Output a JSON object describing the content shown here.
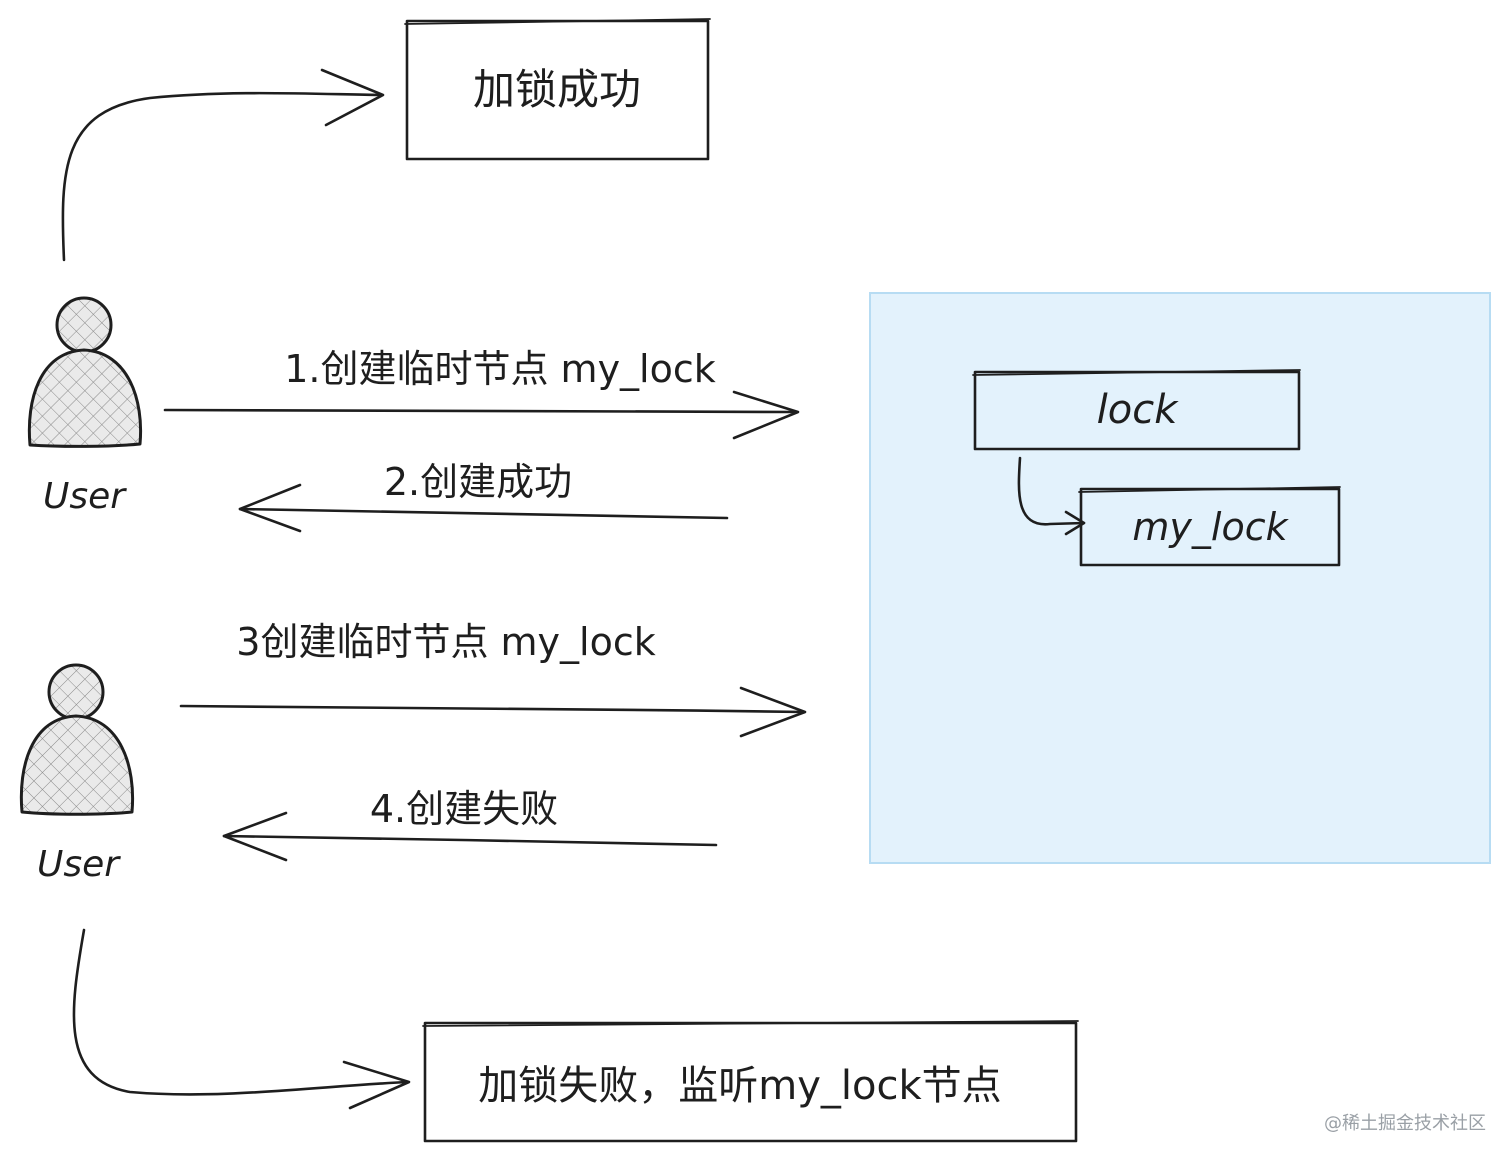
{
  "boxes": {
    "lock_success": "加锁成功",
    "lock_fail": "加锁失败，监听my_lock节点"
  },
  "arrows": {
    "step1": "1.创建临时节点 my_lock",
    "step2": "2.创建成功",
    "step3": "3创建临时节点 my_lock",
    "step4": "4.创建失败"
  },
  "users": {
    "top": "User",
    "bottom": "User"
  },
  "zk_tree": {
    "parent": "lock",
    "child": "my_lock"
  },
  "watermark": "@稀土掘金技术社区",
  "colors": {
    "panel_fill": "#e3f2fc",
    "panel_border": "#b7dcf3",
    "stroke": "#1e1e1e"
  }
}
